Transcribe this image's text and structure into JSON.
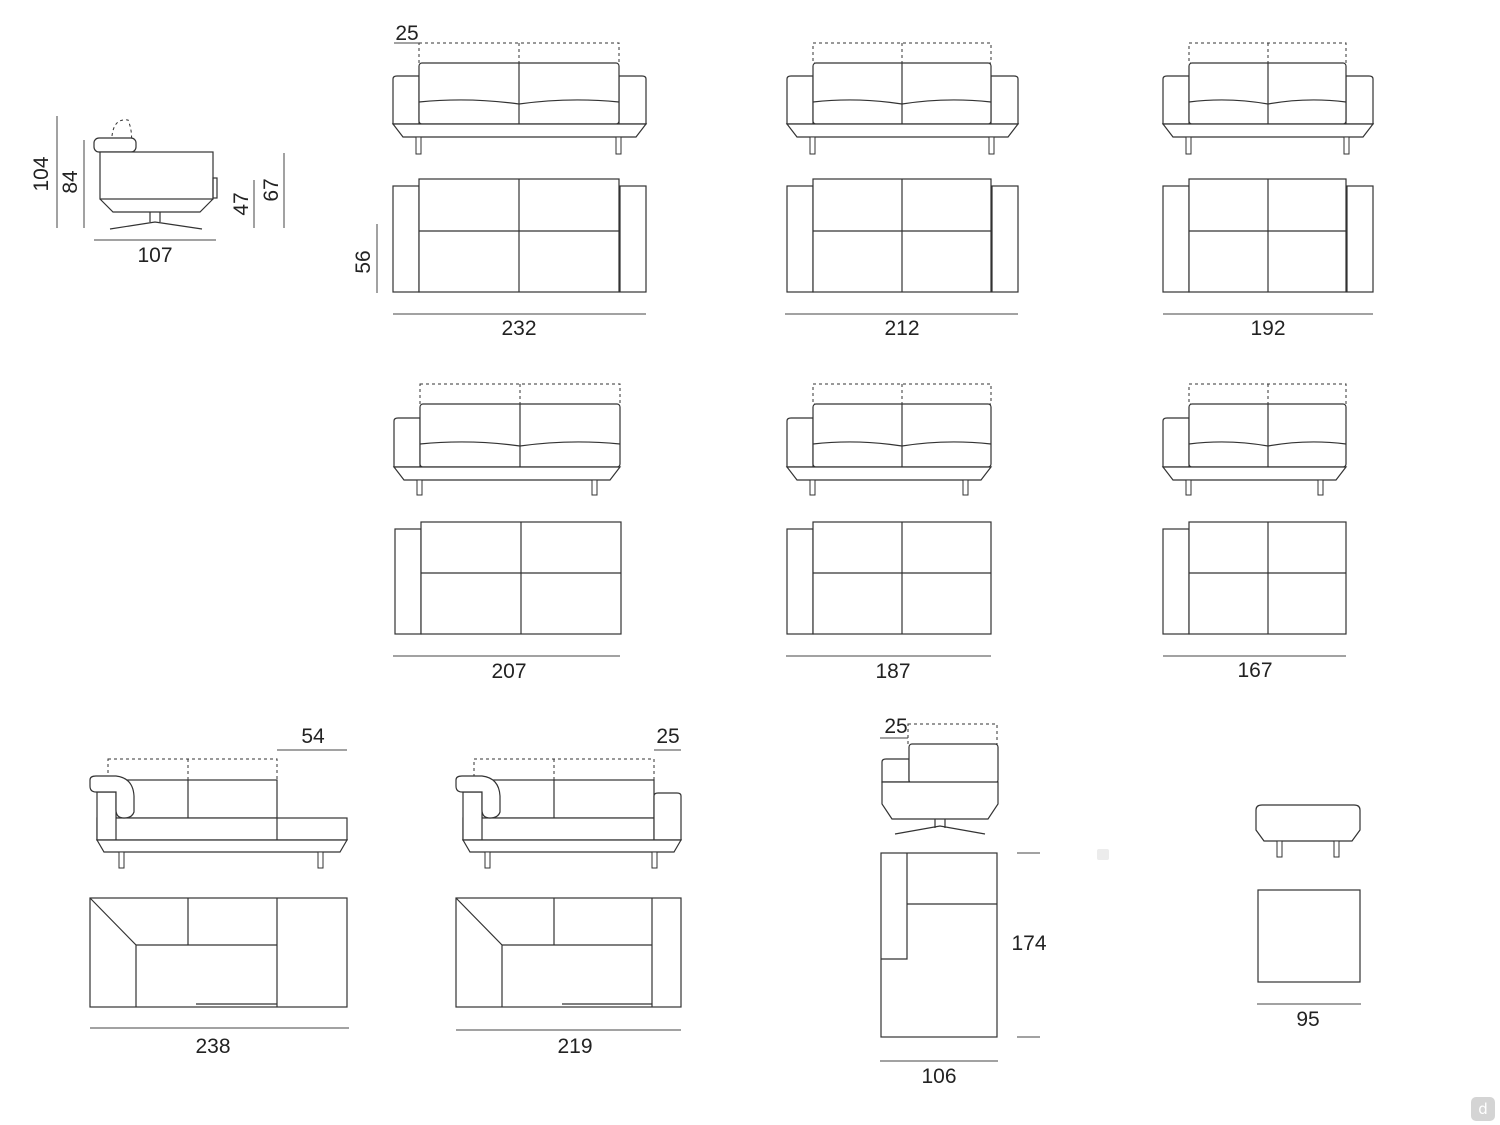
{
  "dimensions": {
    "armchair_side": {
      "depth": "107",
      "height_total": "104",
      "height_back": "84",
      "seat_height": "47",
      "arm_height": "67"
    },
    "sofa_232": {
      "width": "232",
      "backrest_offset": "25",
      "depth": "56"
    },
    "sofa_212": {
      "width": "212"
    },
    "sofa_192": {
      "width": "192"
    },
    "sofa_207": {
      "width": "207"
    },
    "sofa_187": {
      "width": "187"
    },
    "sofa_167": {
      "width": "167"
    },
    "chaise_238": {
      "width": "238",
      "end_depth": "54"
    },
    "sofa_219": {
      "width": "219",
      "backrest_offset": "25"
    },
    "armchair_106": {
      "width": "106",
      "depth": "174",
      "backrest_offset": "25"
    },
    "pouf_95": {
      "width": "95"
    }
  },
  "brand_badge": "d"
}
